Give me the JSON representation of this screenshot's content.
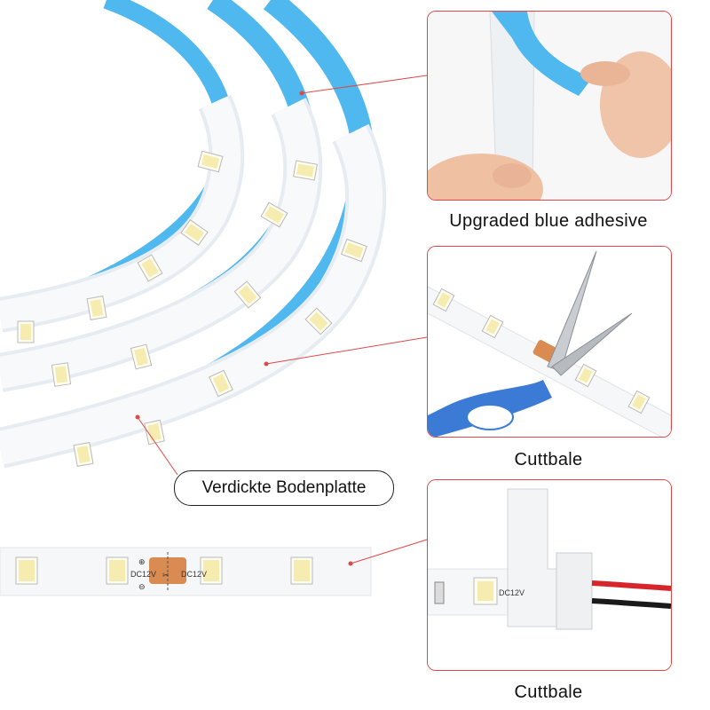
{
  "captions": {
    "adhesive": "Upgraded blue adhesive",
    "cut": "Cuttbale",
    "connector": "Cuttbale",
    "base_plate": "Verdickte Bodenplatte"
  },
  "strip_print": {
    "voltage": "DC12V",
    "plus": "⊕",
    "minus": "⊖",
    "cut_mark": "✂"
  },
  "colors": {
    "adhesive_blue": "#4fb8ee",
    "strip_white": "#f4f6f8",
    "copper_pad": "#d98b52",
    "callout_red": "#e04848",
    "led_yellow": "#f7ecb0"
  }
}
